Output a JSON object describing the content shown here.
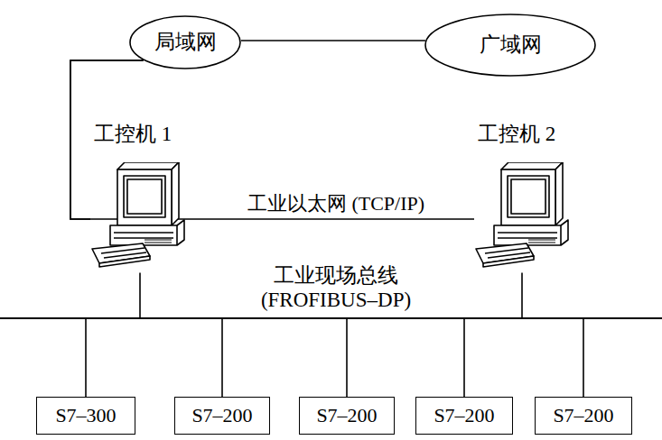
{
  "diagram": {
    "nodes": [
      {
        "text": [
          "局域网"
        ]
      },
      {
        "text": [
          "广域网"
        ]
      },
      {
        "text": [
          "工控机 1"
        ]
      },
      {
        "text": [
          "工控机 2"
        ]
      },
      {
        "text": [
          "工业现场总线 (FROFIBUS–DP)"
        ]
      },
      {
        "text": [
          "S7–300"
        ]
      },
      {
        "text": [
          "S7–200"
        ]
      },
      {
        "text": [
          "S7–200"
        ]
      },
      {
        "text": [
          "S7–200"
        ]
      },
      {
        "text": [
          "S7–200"
        ]
      }
    ],
    "edges": [
      {
        "from": 0,
        "to": 1,
        "arrow": "none"
      },
      {
        "from": 0,
        "to": 2,
        "arrow": "none"
      },
      {
        "from": 0,
        "to": 3,
        "label": "工业以太网 (TCP/IP)",
        "arrow": "none"
      },
      {
        "from": 2,
        "to": 4,
        "arrow": "none"
      },
      {
        "from": 3,
        "to": 4,
        "arrow": "none"
      },
      {
        "from": 4,
        "to": 5,
        "arrow": "none"
      },
      {
        "from": 4,
        "to": 6,
        "arrow": "none"
      },
      {
        "from": 4,
        "to": 7,
        "arrow": "none"
      },
      {
        "from": 4,
        "to": 8,
        "arrow": "none"
      },
      {
        "from": 4,
        "to": 9,
        "arrow": "none"
      }
    ]
  }
}
